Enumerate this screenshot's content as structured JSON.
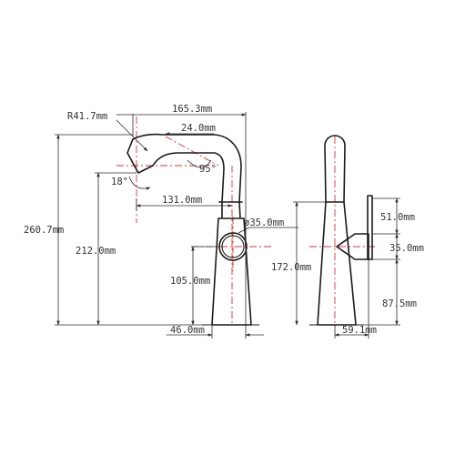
{
  "drawing": {
    "colors": {
      "outline": "#1a1a1a",
      "dimension": "#2a2a2a",
      "centerline": "#e03030",
      "text": "#333333"
    },
    "labels": {
      "overall_width": "165.3mm",
      "spout_radius": "R41.7mm",
      "spout_tip_width": "24.0mm",
      "bend_angle": "95°",
      "tilt_angle": "18°",
      "reach": "131.0mm",
      "handle_diameter": "ø35.0mm",
      "total_height": "260.7mm",
      "outlet_height": "212.0mm",
      "handle_height": "105.0mm",
      "base_width": "46.0mm",
      "side_height": "172.0mm",
      "lever_length": "51.0mm",
      "lever_block": "35.0mm",
      "lever_base_height": "87.5mm",
      "side_base_width": "59.1mm"
    }
  }
}
